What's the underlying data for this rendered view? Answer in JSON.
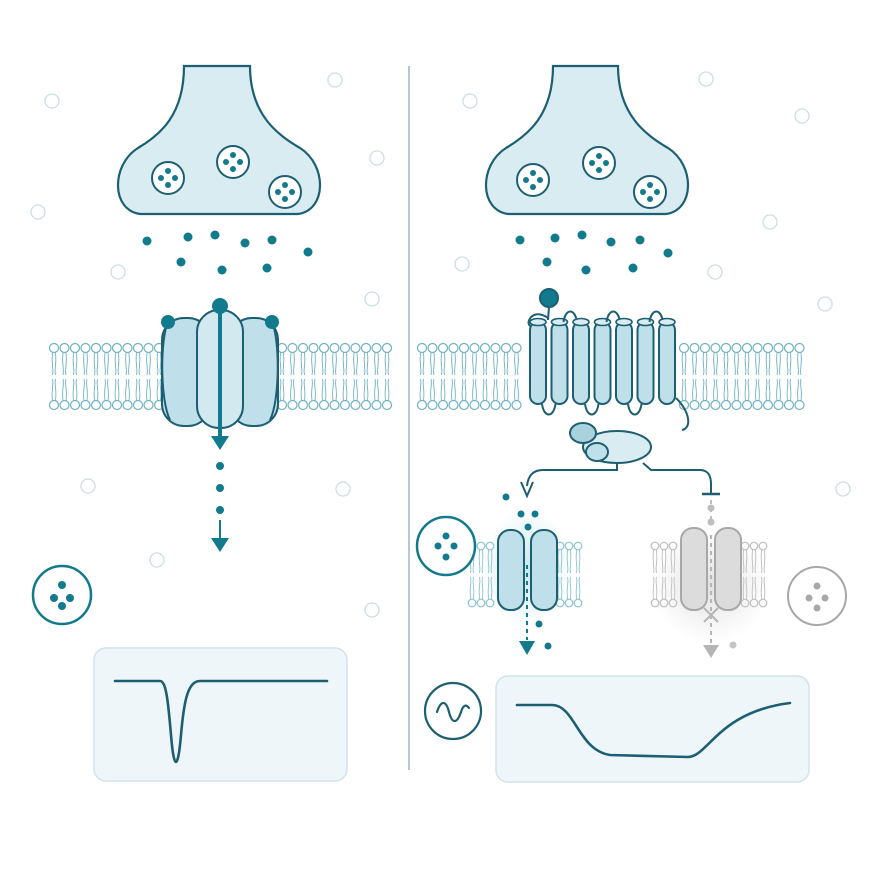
{
  "colors": {
    "teal": "#117a8c",
    "deep": "#1d5f72",
    "fill": "#d9ecf2",
    "fillDark": "#a9d2de",
    "pale": "#eef6f9",
    "grey": "#b9b9b9",
    "greyDark": "#8c8c8c",
    "divider": "#9ab8c2"
  },
  "panels": {
    "left": {
      "mechanism": "ionotropic",
      "receptor_icon": "ion-channel-icon",
      "trace": "fast-sharp-hyperpolarization",
      "trace_icon": "none"
    },
    "right": {
      "mechanism": "metabotropic",
      "receptor_icon": "gpcr-seven-helix-icon",
      "g_protein_icon": "g-protein-icon",
      "activated_channel_icon": "open-channel-icon",
      "inhibited_channel_icon": "inhibited-channel-icon",
      "trace": "slow-prolonged-hyperpolarization",
      "trace_icon": "sine-wave-icon"
    }
  }
}
